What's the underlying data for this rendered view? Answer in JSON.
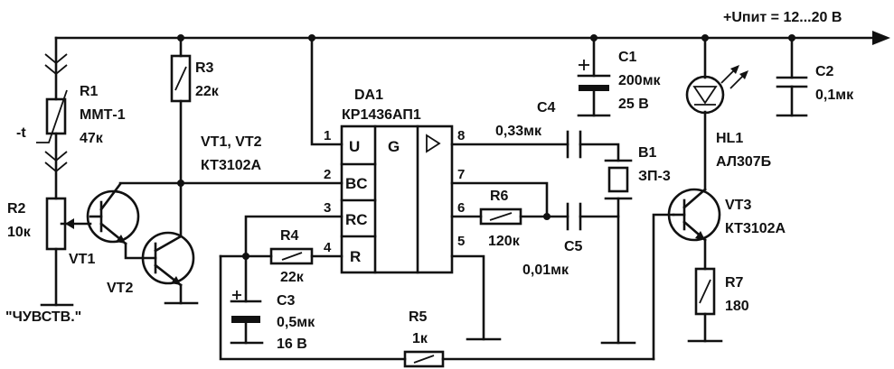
{
  "supply": {
    "label": "+Uпит = 12...20 В"
  },
  "components": {
    "R1": {
      "ref": "R1",
      "type": "ММТ-1",
      "value": "47к",
      "temp": "-t"
    },
    "R2": {
      "ref": "R2",
      "value": "10к"
    },
    "R3": {
      "ref": "R3",
      "value": "22к"
    },
    "R4": {
      "ref": "R4",
      "value": "22к"
    },
    "R5": {
      "ref": "R5",
      "value": "1к"
    },
    "R6": {
      "ref": "R6",
      "value": "120к"
    },
    "R7": {
      "ref": "R7",
      "value": "180"
    },
    "C1": {
      "ref": "C1",
      "value": "200мк",
      "voltage": "25 В"
    },
    "C2": {
      "ref": "C2",
      "value": "0,1мк"
    },
    "C3": {
      "ref": "C3",
      "value": "0,5мк",
      "voltage": "16 В"
    },
    "C4": {
      "ref": "C4",
      "value": "0,33мк"
    },
    "C5": {
      "ref": "C5",
      "value": "0,01мк"
    },
    "VT12": {
      "ref": "VT1, VT2",
      "type": "КТ3102А"
    },
    "VT1": {
      "ref": "VT1"
    },
    "VT2": {
      "ref": "VT2"
    },
    "VT3": {
      "ref": "VT3",
      "type": "КТ3102А"
    },
    "HL1": {
      "ref": "HL1",
      "type": "АЛ307Б"
    },
    "B1": {
      "ref": "B1",
      "type": "ЗП-3"
    },
    "DA1": {
      "ref": "DA1",
      "type": "КР1436АП1",
      "cells": {
        "u": "U",
        "bc": "BC",
        "rc": "RC",
        "r": "R",
        "g": "G"
      },
      "pins": {
        "p1": "1",
        "p2": "2",
        "p3": "3",
        "p4": "4",
        "p5": "5",
        "p6": "6",
        "p7": "7",
        "p8": "8"
      }
    }
  },
  "sensitivity_label": "\"ЧУВСТВ.\""
}
